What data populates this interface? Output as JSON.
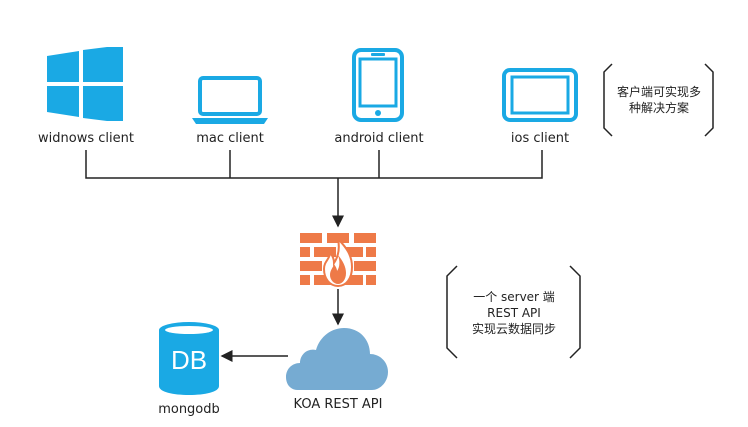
{
  "clients": [
    {
      "label": "widnows client",
      "icon": "windows-logo-icon"
    },
    {
      "label": "mac client",
      "icon": "laptop-icon"
    },
    {
      "label": "android client",
      "icon": "smartphone-icon"
    },
    {
      "label": "ios client",
      "icon": "tablet-icon"
    }
  ],
  "client_note": {
    "line1": "客户端可实现多",
    "line2": "种解决方案"
  },
  "firewall": {
    "icon": "firewall-icon"
  },
  "server": {
    "label": "KOA REST API",
    "icon": "cloud-icon"
  },
  "server_note": {
    "line1": "一个 server 端",
    "line2": "REST API",
    "line3": "实现云数据同步"
  },
  "database": {
    "label": "mongodb",
    "icon_text": "DB",
    "icon": "database-icon"
  },
  "colors": {
    "icon_blue": "#1aa9e4",
    "firewall": "#ee7a48",
    "cloud": "#76abd2",
    "line": "#222222"
  }
}
